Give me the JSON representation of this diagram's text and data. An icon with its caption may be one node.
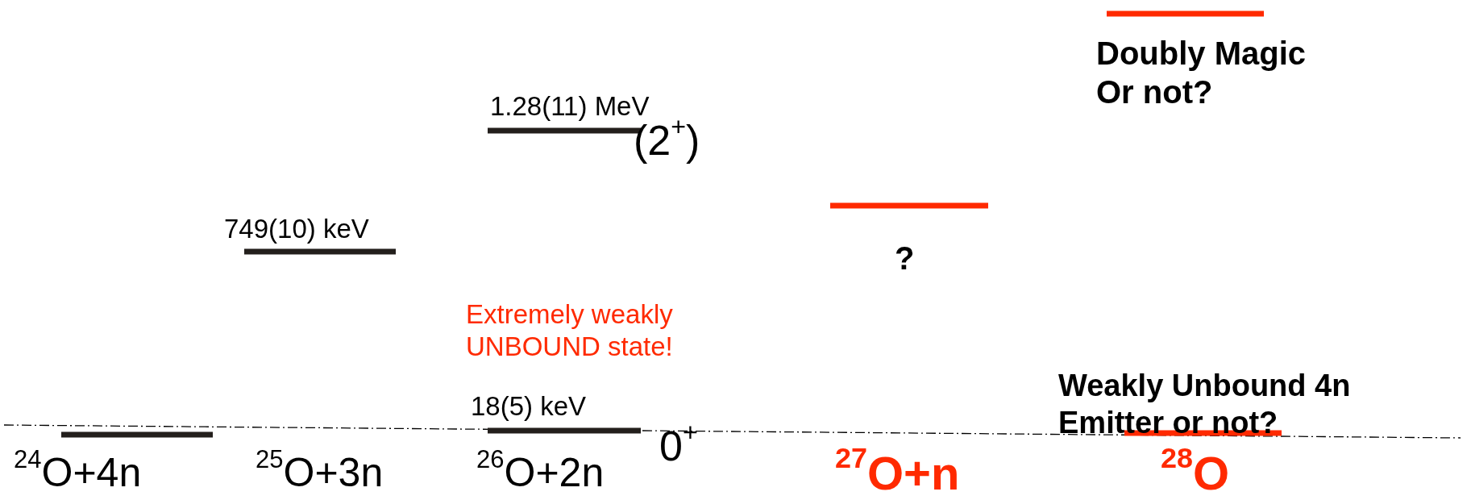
{
  "diagram": {
    "labels": [
      "Doubly Magic Or not?",
      "1.28(11) MeV",
      "(2$^{+}$)",
      "749(10) keV",
      "?",
      "Extremely weakly UNBOUND state!",
      "Weakly Unbound 4n Emitter or not?",
      "18(5) keV",
      "0$^{+}$",
      "$^{24}$O+4n",
      "$^{25}$O+3n",
      "$^{26}$O+2n",
      "$^{27}$O+n",
      "$^{28}$O"
    ]
  }
}
